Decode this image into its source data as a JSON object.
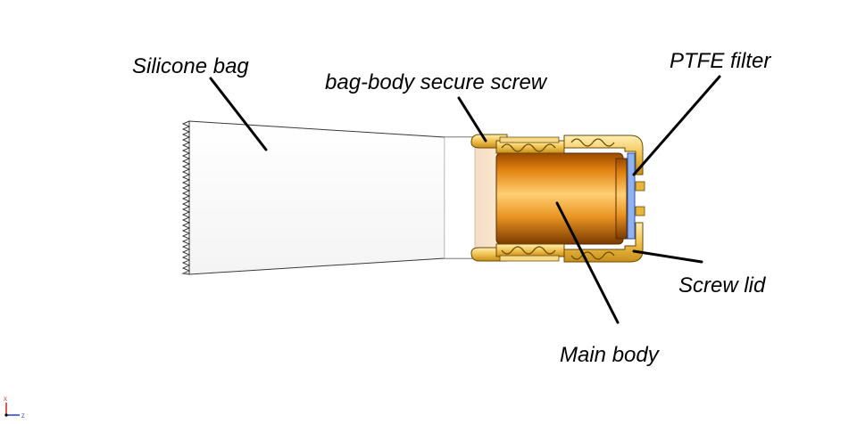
{
  "labels": {
    "silicone_bag": "Silicone bag",
    "bag_body_secure_screw": "bag-body secure screw",
    "ptfe_filter": "PTFE filter",
    "screw_lid": "Screw lid",
    "main_body": "Main body"
  },
  "axis_triad": {
    "x": "X",
    "z": "Z"
  },
  "colors": {
    "bag_fill": "#ffffff",
    "outline": "#2b2b2b",
    "gold_light": "#f7d98a",
    "gold_mid": "#e9b53a",
    "gold_dark": "#b07d12",
    "body_light": "#ffd27a",
    "body_mid": "#e48a12",
    "body_dark": "#8a4200",
    "filter_blue": "#8fb3f0",
    "leader": "#000000",
    "axis_x": "#d62020",
    "axis_z": "#1f3fd6"
  }
}
